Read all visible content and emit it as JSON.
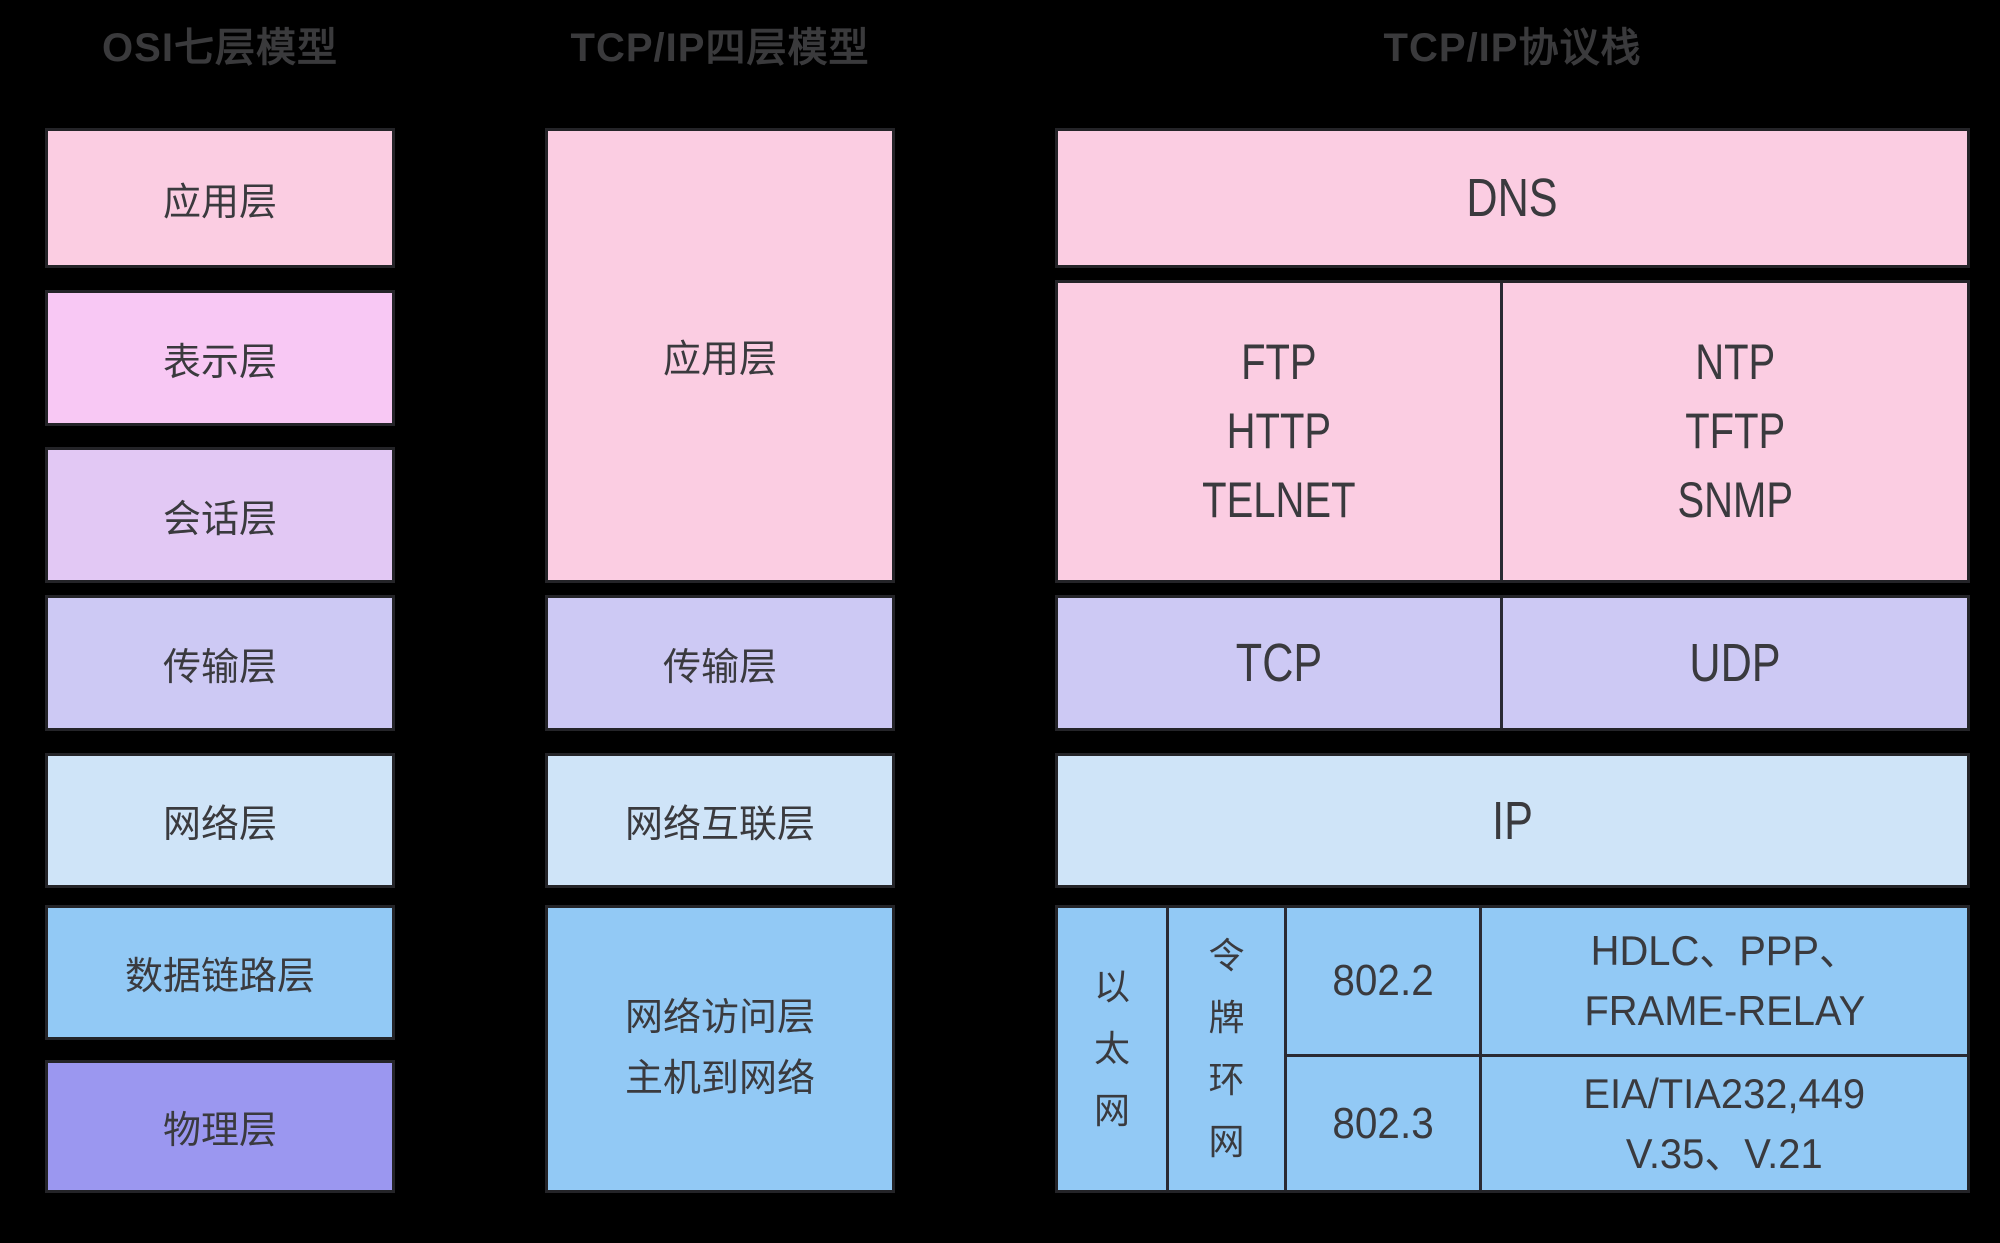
{
  "page": {
    "background": "#000000",
    "title_color": "#3a3a3c",
    "box_text_color": "#3a3a3e",
    "divider_color": "#2a2a33",
    "border_color": "#242428"
  },
  "palette": {
    "pink": "#fbcde2",
    "magenta_pink": "#f8c8f4",
    "lavender": "#e2c8f4",
    "periwinkle": "#cdc9f4",
    "pale_blue": "#cfe4f8",
    "sky_blue": "#92c9f5",
    "violet": "#9b97f0"
  },
  "osi": {
    "title": "OSI七层模型",
    "layers": [
      {
        "label": "应用层",
        "color": "#fbcde2"
      },
      {
        "label": "表示层",
        "color": "#f8c8f4"
      },
      {
        "label": "会话层",
        "color": "#e2c8f4"
      },
      {
        "label": "传输层",
        "color": "#cdc9f4"
      },
      {
        "label": "网络层",
        "color": "#cfe4f8"
      },
      {
        "label": "数据链路层",
        "color": "#92c9f5"
      },
      {
        "label": "物理层",
        "color": "#9b97f0"
      }
    ]
  },
  "tcpip": {
    "title": "TCP/IP四层模型",
    "layers": [
      {
        "label": "应用层",
        "color": "#fbcde2"
      },
      {
        "label": "传输层",
        "color": "#cdc9f4"
      },
      {
        "label": "网络互联层",
        "color": "#cfe4f8"
      },
      {
        "lines": [
          "网络访问层",
          "主机到网络"
        ],
        "color": "#92c9f5"
      }
    ]
  },
  "stack": {
    "title": "TCP/IP协议栈",
    "dns": "DNS",
    "app_left": [
      "FTP",
      "HTTP",
      "TELNET"
    ],
    "app_right": [
      "NTP",
      "TFTP",
      "SNMP"
    ],
    "tcp": "TCP",
    "udp": "UDP",
    "ip": "IP",
    "link": {
      "ethernet": "以太网",
      "token_ring": "令牌环网",
      "ieee_802_2": "802.2",
      "ieee_802_3": "802.3",
      "hdlc": [
        "HDLC、PPP、",
        "FRAME-RELAY"
      ],
      "eia": [
        "EIA/TIA232,449",
        "V.35、V.21"
      ]
    }
  }
}
